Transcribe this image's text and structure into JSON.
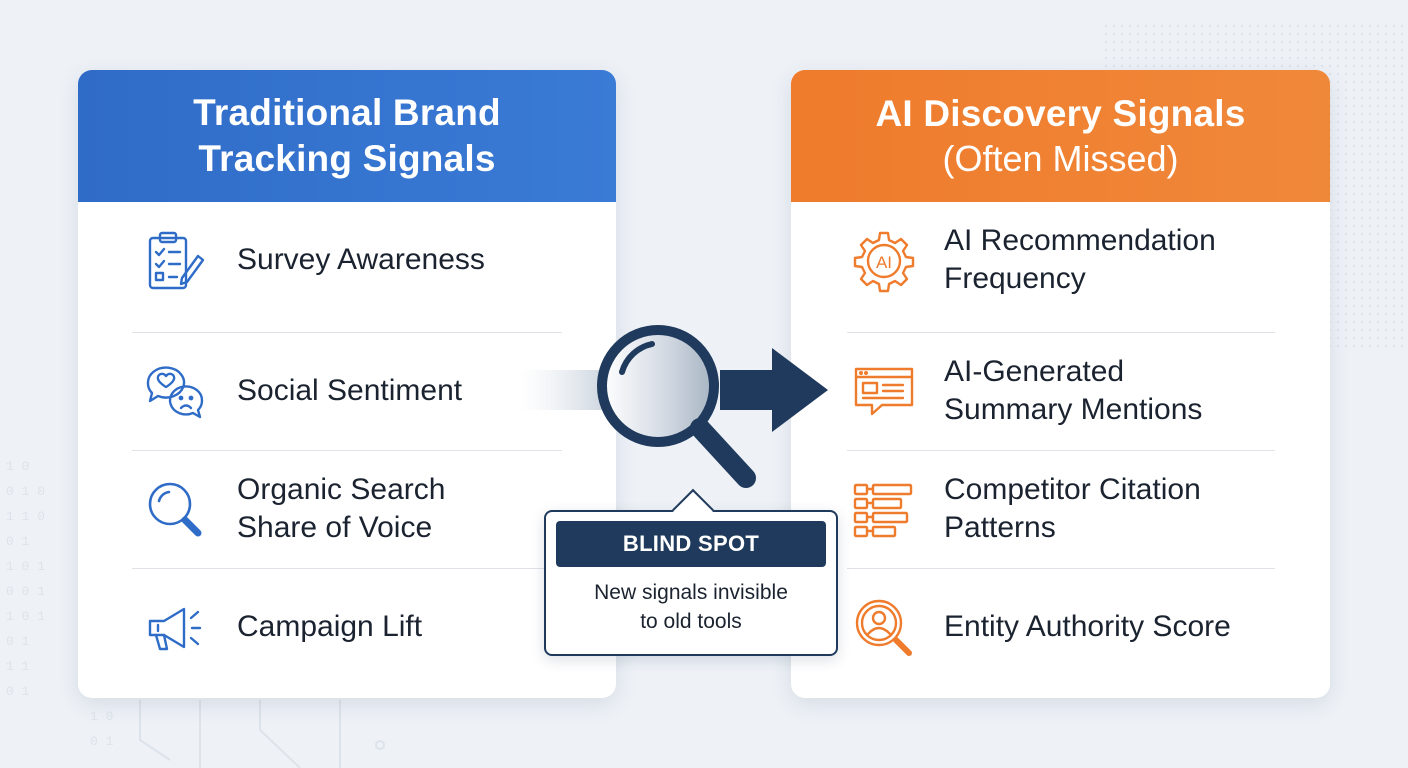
{
  "colors": {
    "blue_accent": "#2f6cc7",
    "orange_accent": "#ef7b2c",
    "navy": "#1f3a5c",
    "background": "#eef2f7"
  },
  "left_panel": {
    "title_line1": "Traditional Brand",
    "title_line2": "Tracking Signals",
    "items": [
      {
        "icon": "survey-checklist-icon",
        "lines": [
          "Survey Awareness"
        ]
      },
      {
        "icon": "social-sentiment-icon",
        "lines": [
          "Social Sentiment"
        ]
      },
      {
        "icon": "search-magnifier-icon",
        "lines": [
          "Organic Search",
          "Share of Voice"
        ]
      },
      {
        "icon": "megaphone-icon",
        "lines": [
          "Campaign Lift"
        ]
      }
    ]
  },
  "right_panel": {
    "title_line1": "AI Discovery Signals",
    "title_line2": "(Often Missed)",
    "items": [
      {
        "icon": "ai-gear-icon",
        "icon_text": "AI",
        "lines": [
          "AI Recommendation",
          "Frequency"
        ]
      },
      {
        "icon": "summary-document-icon",
        "lines": [
          "AI-Generated",
          "Summary Mentions"
        ]
      },
      {
        "icon": "citation-pattern-icon",
        "lines": [
          "Competitor Citation",
          "Patterns"
        ]
      },
      {
        "icon": "entity-authority-icon",
        "lines": [
          "Entity Authority Score"
        ]
      }
    ]
  },
  "center": {
    "magnifier_icon": "magnifying-glass-icon",
    "arrow_icon": "arrow-right-icon",
    "callout_title": "BLIND SPOT",
    "callout_line1": "New signals invisible",
    "callout_line2": "to old tools"
  }
}
